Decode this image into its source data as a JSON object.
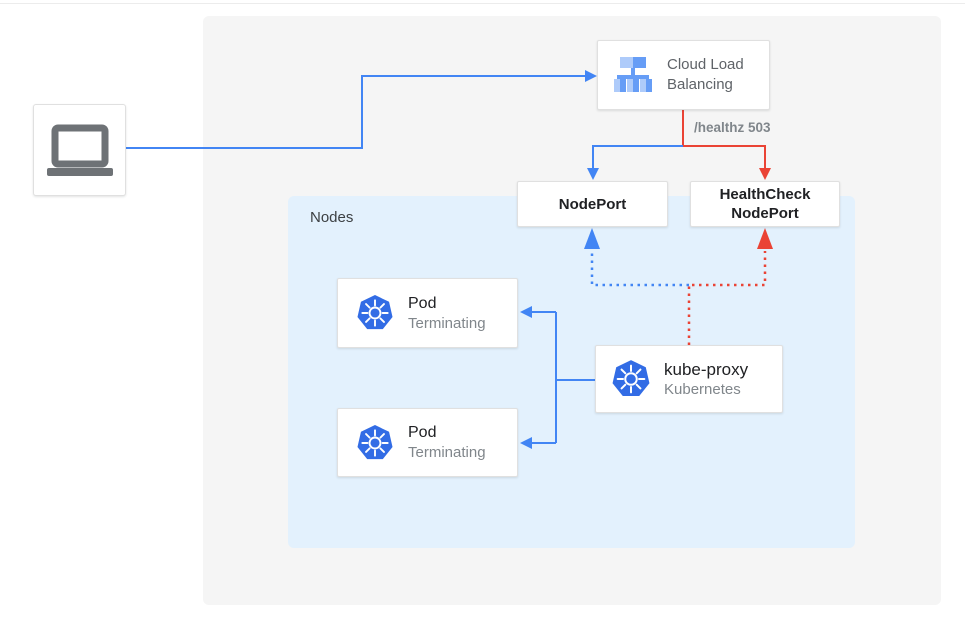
{
  "colors": {
    "line_blue": "#4285f4",
    "line_red": "#ea4335",
    "panel_gray": "#f5f5f5",
    "nodes_bg": "#e3f1fd",
    "k8s_blue": "#326ce5",
    "icon_blue_light": "#aecbfa",
    "icon_blue_mid": "#669df6",
    "laptop_gray": "#6e7276",
    "text_dark": "#202124",
    "text_gray": "#5f6368",
    "text_light_gray": "#80868b"
  },
  "canvas": {
    "client_device": "laptop",
    "load_balancer": {
      "label": "Cloud Load Balancing"
    },
    "healthz_badge": "/healthz 503",
    "nodes": {
      "label": "Nodes",
      "nodeport": "NodePort",
      "healthcheck_nodeport": "HealthCheck NodePort",
      "kube_proxy": {
        "title": "kube-proxy",
        "subtitle": "Kubernetes"
      },
      "pods": [
        {
          "title": "Pod",
          "status": "Terminating"
        },
        {
          "title": "Pod",
          "status": "Terminating"
        }
      ]
    }
  }
}
